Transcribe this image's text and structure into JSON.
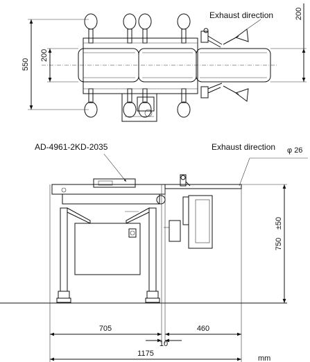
{
  "top_view": {
    "dim_overall_width": "550",
    "dim_belt_width_left": "200",
    "dim_belt_width_right": "200",
    "exhaust_label": "Exhaust direction"
  },
  "front_view": {
    "model_label": "AD-4961-2KD-2035",
    "exhaust_label": "Exhaust direction",
    "dim_pipe_diameter": "φ 26",
    "dim_height": "750",
    "dim_height_tolerance": "±50",
    "dim_left_length": "705",
    "dim_right_length": "460",
    "dim_gap": "10",
    "dim_total_length": "1175",
    "unit": "mm"
  }
}
